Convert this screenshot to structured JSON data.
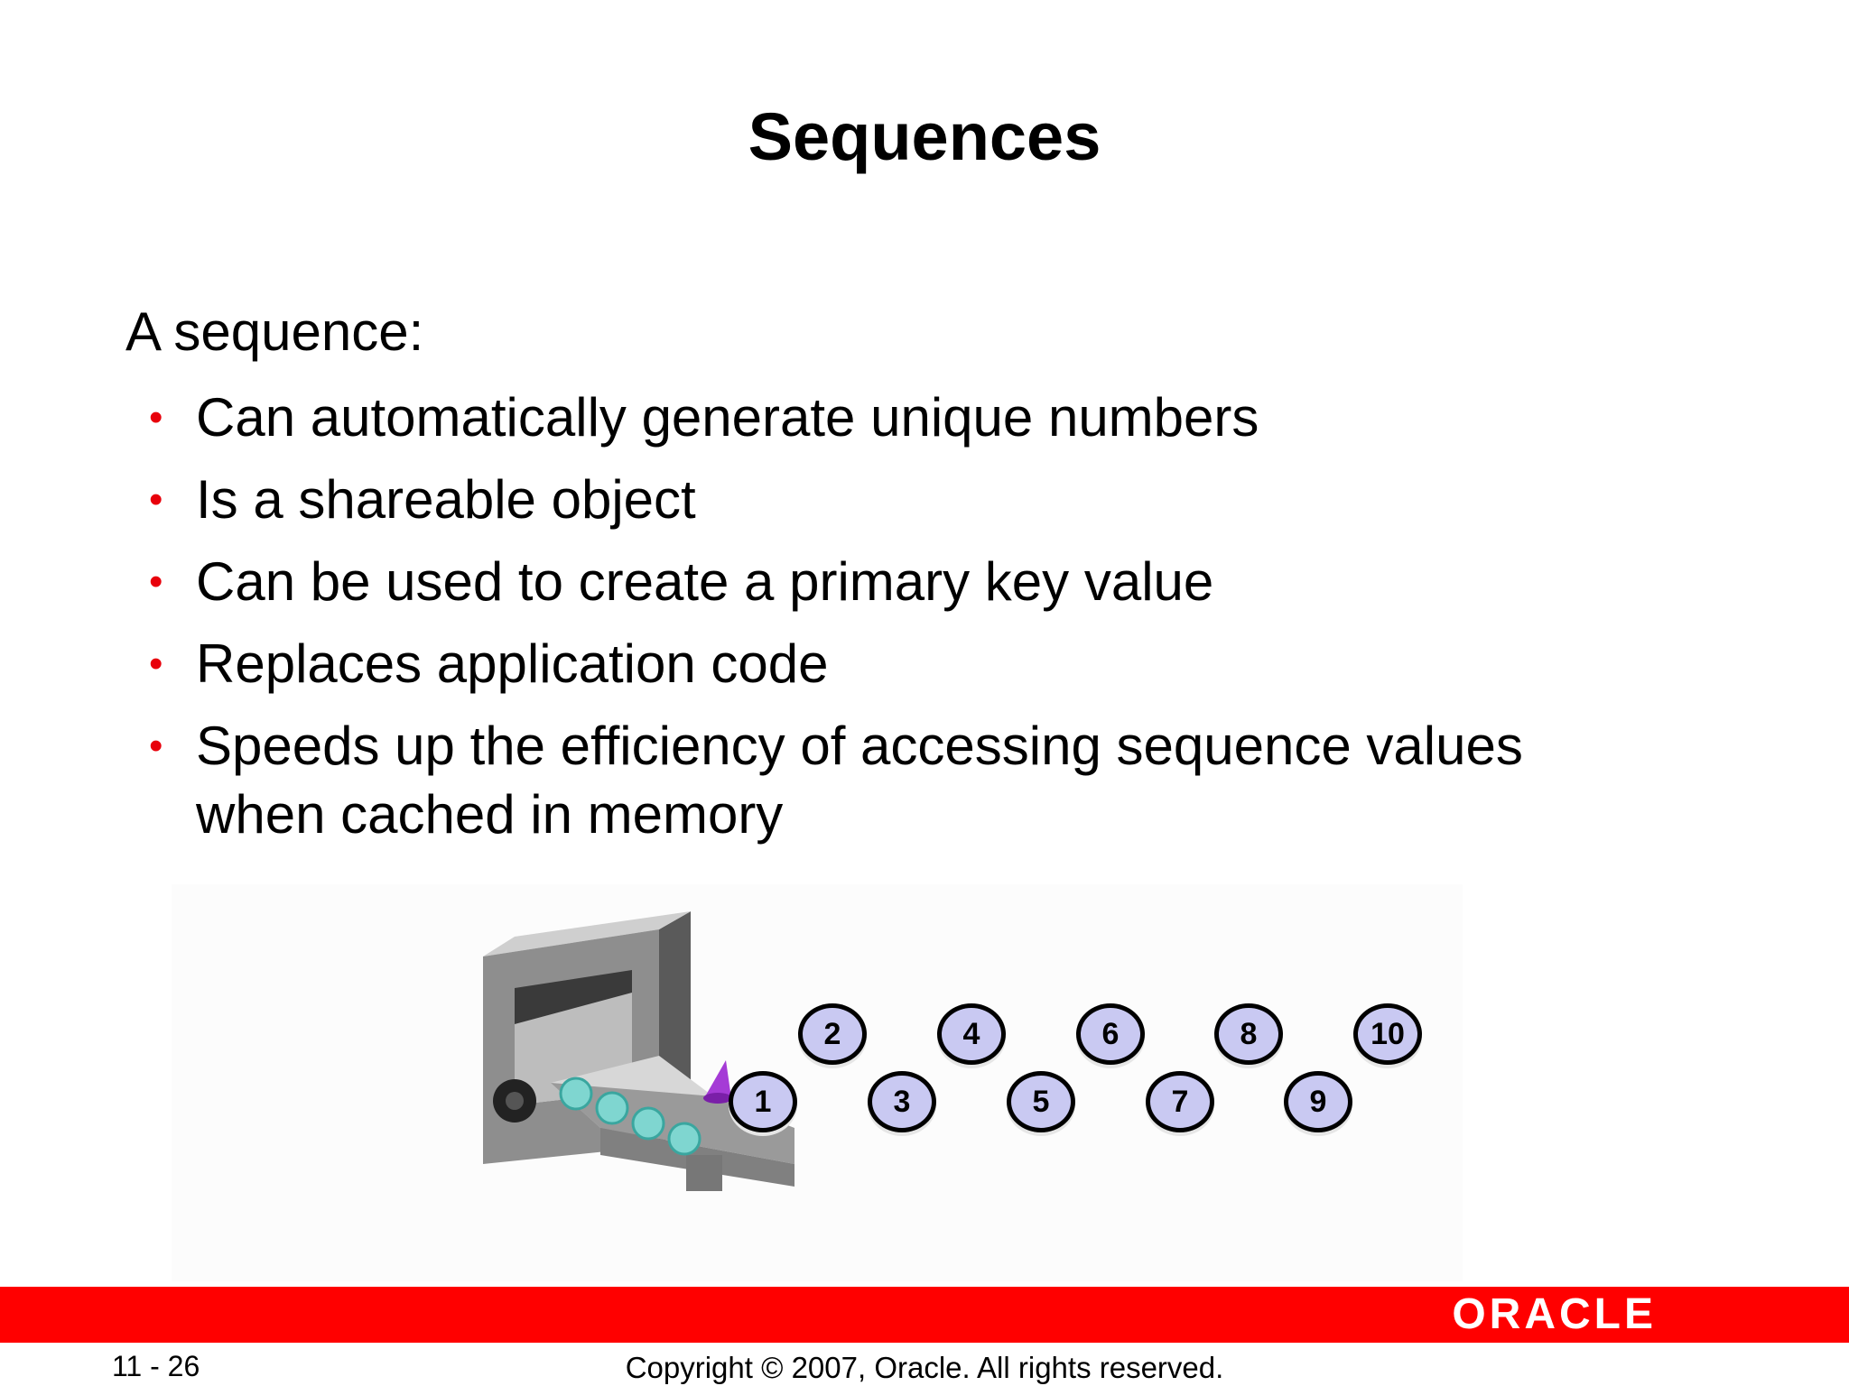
{
  "slide": {
    "title": "Sequences",
    "intro": "A sequence:",
    "bullets": [
      "Can automatically generate unique numbers",
      "Is a shareable object",
      "Can be used to create a primary key value",
      "Replaces application code",
      "Speeds up the efficiency of accessing sequence values when cached in memory"
    ],
    "bullet_marker": "•"
  },
  "diagram": {
    "numbers": [
      "1",
      "2",
      "3",
      "4",
      "5",
      "6",
      "7",
      "8",
      "9",
      "10"
    ]
  },
  "footer": {
    "brand": "ORACLE",
    "page_number": "11 - 26",
    "copyright": "Copyright © 2007, Oracle. All rights reserved."
  },
  "colors": {
    "footer_bar": "#ff0000",
    "bullet": "#e8000b",
    "number_token": "#c9c9f2"
  }
}
